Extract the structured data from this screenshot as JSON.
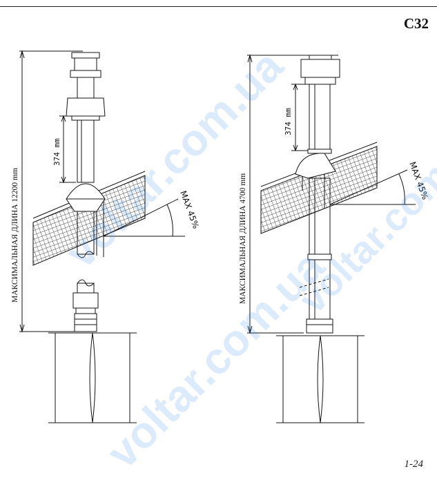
{
  "header": {
    "code": "C32"
  },
  "footer": {
    "page_number": "1-24"
  },
  "left_diagram": {
    "max_length_label": "МАКСИМАЛЬНАЯ ДЛИНА 12200 mm",
    "segment_label": "374 mm",
    "angle_label": "MAX 45%"
  },
  "right_diagram": {
    "max_length_label": "МАКСИМАЛЬНАЯ ДЛИНА 4700 mm",
    "segment_label": "374 mm",
    "angle_label": "MAX 45%"
  },
  "watermark": {
    "text": "voltar.com.ua"
  },
  "colors": {
    "line": "#111111",
    "watermark": "#2e86e8"
  }
}
